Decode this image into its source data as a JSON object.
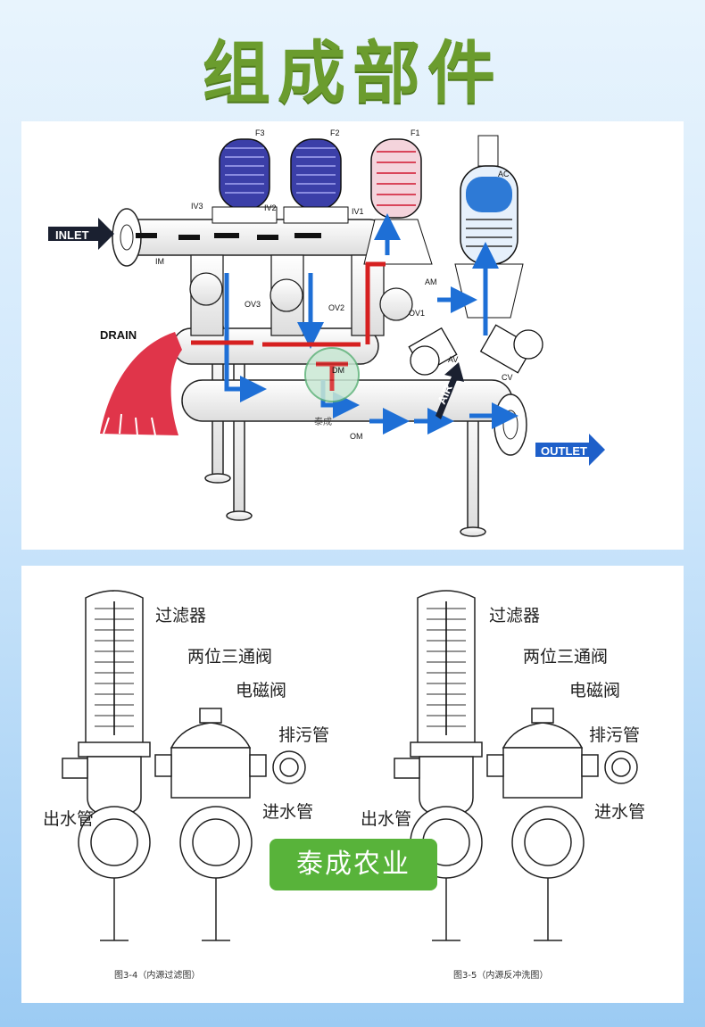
{
  "page_title": "组成部件",
  "diagram1": {
    "labels": {
      "inlet": "INLET",
      "outlet": "OUTLET",
      "drain": "DRAIN",
      "air": "AIR",
      "f1": "F1",
      "f2": "F2",
      "f3": "F3",
      "ac": "AC",
      "iv1": "IV1",
      "iv2": "IV2",
      "iv3": "IV3",
      "ov1": "OV1",
      "ov2": "OV2",
      "ov3": "OV3",
      "im": "IM",
      "om": "OM",
      "dm": "DM",
      "am": "AM",
      "av": "AV",
      "cv": "CV"
    },
    "watermark": "泰成",
    "colors": {
      "filter_blue": "#3b3fa8",
      "filter_red": "#d9455a",
      "flow_blue": "#1e6fd6",
      "flow_red": "#d62020",
      "flow_dark": "#111111"
    }
  },
  "diagram2": {
    "left": {
      "filter": "过滤器",
      "valve3": "两位三通阀",
      "solenoid": "电磁阀",
      "drain_pipe": "排污管",
      "outlet_pipe": "出水管",
      "inlet_pipe": "进水管",
      "caption": "图3-4（内源过滤图）"
    },
    "right": {
      "filter": "过滤器",
      "valve3": "两位三通阀",
      "solenoid": "电磁阀",
      "drain_pipe": "排污管",
      "outlet_pipe": "出水管",
      "inlet_pipe": "进水管",
      "caption": "图3-5（内源反冲洗图）"
    }
  },
  "badge": "泰成农业"
}
